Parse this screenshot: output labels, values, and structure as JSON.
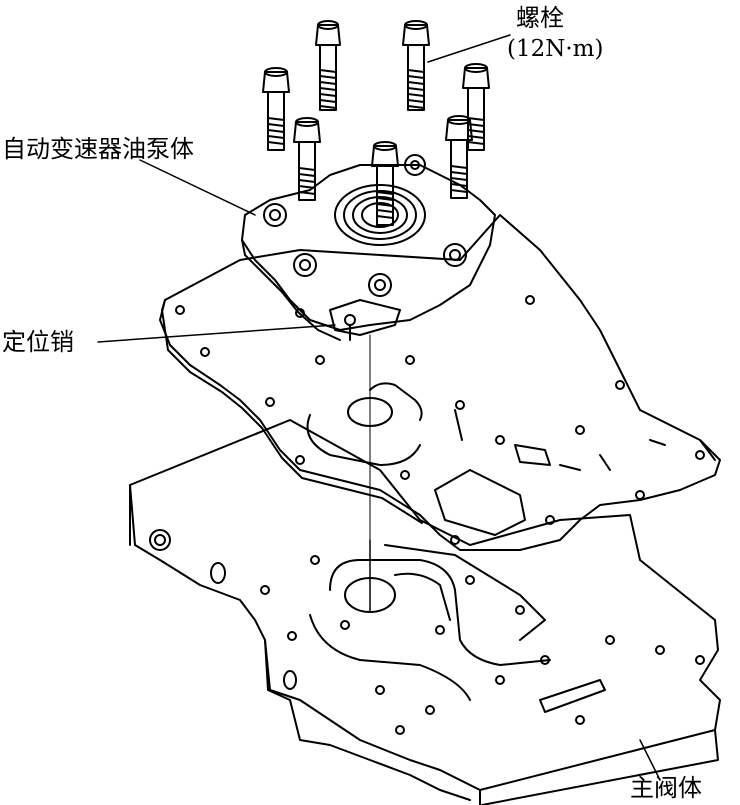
{
  "labels": {
    "bolt": "螺栓",
    "torque": "(12N·m)",
    "pump_body": "自动变速器油泵体",
    "locating_pin": "定位销",
    "main_valve_body": "主阀体"
  },
  "colors": {
    "ink": "#000000",
    "paper": "#ffffff"
  }
}
